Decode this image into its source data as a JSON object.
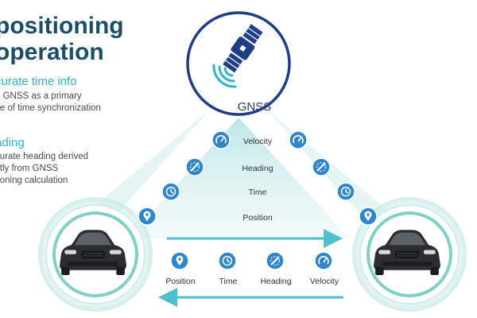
{
  "title": {
    "line1": "positioning",
    "line2": "operation"
  },
  "features": [
    {
      "heading": "curate time info",
      "lines": [
        "g GNSS as a primary",
        "ce of time synchronization"
      ]
    },
    {
      "heading": "ading",
      "lines": [
        "curate heading derived",
        "ctly from GNSS",
        "tioning calculation"
      ]
    }
  ],
  "satellite": {
    "label": "GNSS",
    "icon": "satellite-icon"
  },
  "pyramid_labels": [
    "Velocity",
    "Heading",
    "Time",
    "Position"
  ],
  "bottom_labels": [
    "Position",
    "Time",
    "Heading",
    "Velocity"
  ],
  "icons": {
    "velocity": "speedometer-icon",
    "heading": "compass-icon",
    "time": "clock-icon",
    "position": "location-pin-icon",
    "car": "car-icon"
  },
  "colors": {
    "title": "#1c4d66",
    "accent": "#2fb3c6",
    "icon_blue": "#2f86c9",
    "circle_navy": "#1f3e86",
    "gnss_text": "#2a3c6e"
  }
}
